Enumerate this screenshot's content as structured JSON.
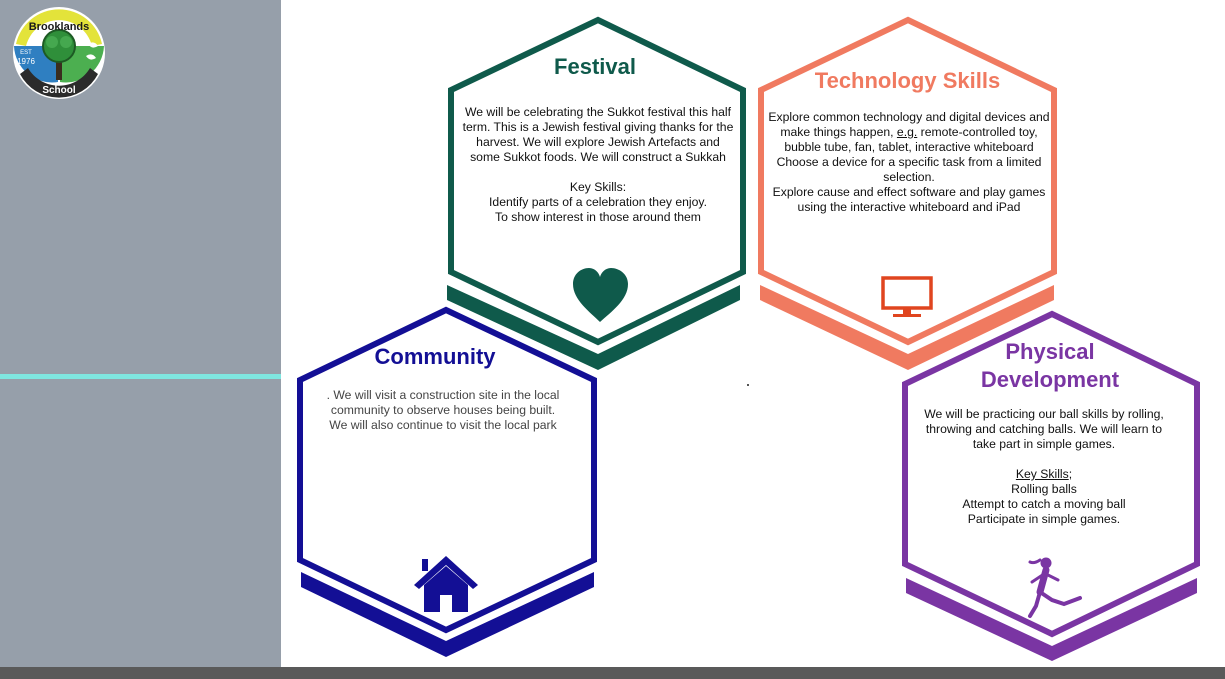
{
  "logo": {
    "name_text": "Brooklands",
    "est_text": "EST",
    "year_text": "1976",
    "school_text": "School"
  },
  "colors": {
    "festival": "#0f5a4b",
    "technology": "#f07a60",
    "community": "#130f95",
    "physical": "#7a35a3",
    "sidebar": "#969faa",
    "sidebar_line": "#7fe6e0"
  },
  "festival": {
    "title": "Festival",
    "para": "We will be celebrating the Sukkot festival this half term. This is a Jewish festival giving thanks for the harvest. We will explore Jewish Artefacts and some Sukkot foods. We will construct a Sukkah",
    "skills_heading": "Key Skills:",
    "skills": [
      "Identify parts of a celebration they enjoy.",
      "To show interest in those around them"
    ],
    "icon": "heart-icon"
  },
  "technology": {
    "title": "Technology Skills",
    "para_before": "Explore common technology and digital devices and make things happen,",
    "para_eg": "e.g.",
    "para_after": "remote-controlled toy, bubble tube, fan, tablet, interactive whiteboard Choose a device for a specific task from a limited selection.",
    "para2": "Explore cause and effect software and play games using the interactive whiteboard and iPad",
    "icon": "monitor-icon"
  },
  "community": {
    "title": "Community",
    "para": ". We will visit a construction site in the local community to observe houses being built.",
    "para2": "We will also continue to visit the local park",
    "icon": "house-icon"
  },
  "physical": {
    "title_line1": "Physical",
    "title_line2": "Development",
    "para": "We will be practicing our ball skills by rolling, throwing and catching balls. We will learn to take part in simple games.",
    "skills_heading": "Key Skills",
    "skills_suffix": ";",
    "skills": [
      "Rolling balls",
      "Attempt to catch a moving ball",
      "Participate in simple games."
    ],
    "icon": "runner-icon"
  }
}
